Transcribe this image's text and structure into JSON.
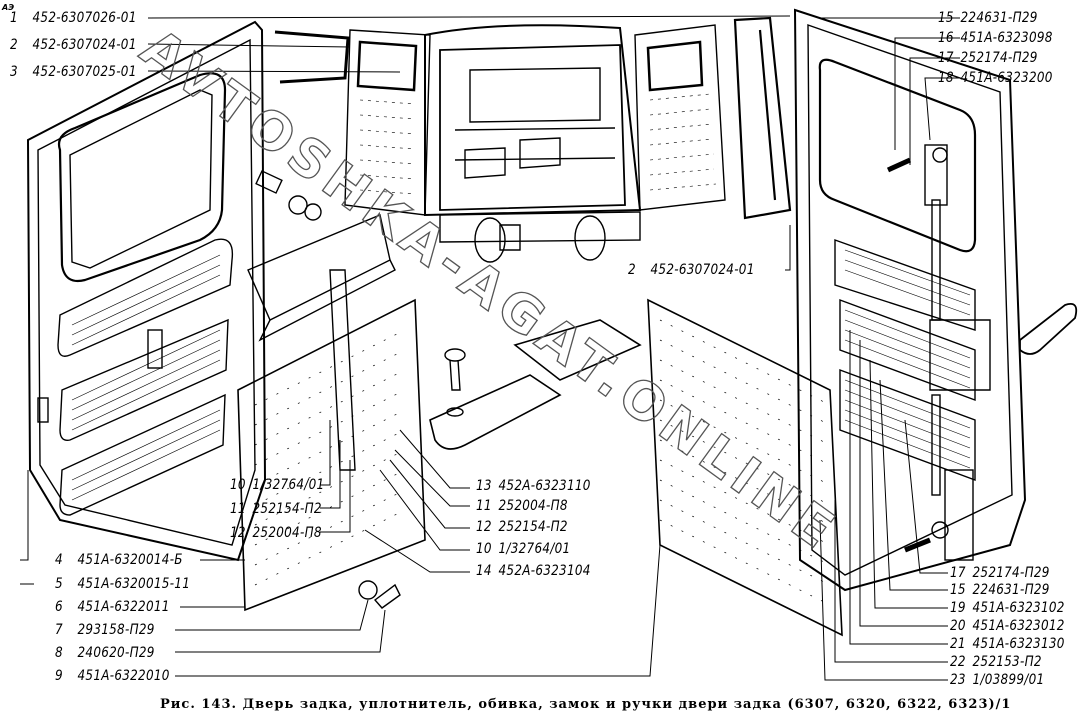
{
  "figure": {
    "corner_mark": "АЭ",
    "caption": "Рис. 143. Дверь задка, уплотнитель, обивка, замок и ручки двери задка (6307, 6320, 6322, 6323)/1",
    "watermark": "AVTOSHKA-AGAT.ONLINE"
  },
  "labels": {
    "left_top": [
      {
        "num": "1",
        "part": "452-6307026-01"
      },
      {
        "num": "2",
        "part": "452-6307024-01"
      },
      {
        "num": "3",
        "part": "452-6307025-01"
      }
    ],
    "center_right": {
      "num": "2",
      "part": "452-6307024-01"
    },
    "right_top": [
      {
        "num": "15",
        "part": "224631-П29"
      },
      {
        "num": "16",
        "part": "451А-6323098"
      },
      {
        "num": "17",
        "part": "252174-П29"
      },
      {
        "num": "18",
        "part": "451А-6323200"
      }
    ],
    "left_panel": [
      {
        "num": "10",
        "part": "1/32764/01"
      },
      {
        "num": "11",
        "part": "252154-П2"
      },
      {
        "num": "12",
        "part": "252004-П8"
      }
    ],
    "center": [
      {
        "num": "13",
        "part": "452А-6323110"
      },
      {
        "num": "11",
        "part": "252004-П8"
      },
      {
        "num": "12",
        "part": "252154-П2"
      },
      {
        "num": "10",
        "part": "1/32764/01"
      },
      {
        "num": "14",
        "part": "452А-6323104"
      }
    ],
    "left_bottom": [
      {
        "num": "4",
        "part": "451А-6320014-Б"
      },
      {
        "num": "5",
        "part": "451А-6320015-11"
      },
      {
        "num": "6",
        "part": "451А-6322011"
      },
      {
        "num": "7",
        "part": "293158-П29"
      },
      {
        "num": "8",
        "part": "240620-П29"
      },
      {
        "num": "9",
        "part": "451А-6322010"
      }
    ],
    "right_bottom": [
      {
        "num": "17",
        "part": "252174-П29"
      },
      {
        "num": "15",
        "part": "224631-П29"
      },
      {
        "num": "19",
        "part": "451А-6323102"
      },
      {
        "num": "20",
        "part": "451А-6323012"
      },
      {
        "num": "21",
        "part": "451А-6323130"
      },
      {
        "num": "22",
        "part": "252153-П2"
      },
      {
        "num": "23",
        "part": "1/03899/01"
      }
    ]
  }
}
